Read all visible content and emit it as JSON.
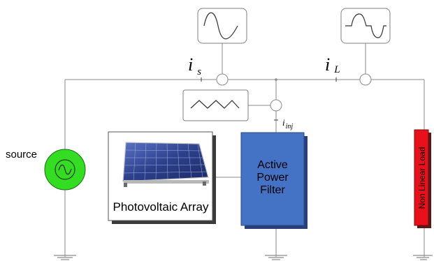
{
  "labels": {
    "source_current": {
      "symbol": "i",
      "subscript": "s"
    },
    "load_current": {
      "symbol": "i",
      "subscript": "L"
    },
    "injected_current": {
      "symbol": "i",
      "subscript": "inj"
    },
    "source": "source",
    "pv_array": "Photovoltaic Array",
    "apf_line1": "Active",
    "apf_line2": "Power",
    "apf_line3": "Filter",
    "load": "Non Linear Load"
  },
  "colors": {
    "source_fill": "#33dd22",
    "apf_fill": "#4472c4",
    "load_fill": "#e8101a",
    "wire": "#8a8a8a",
    "pv_cell": "#2a3d86"
  },
  "icons": {
    "source": "ac-source-icon",
    "ground": "ground-icon",
    "sensor": "current-sensor-icon",
    "scope": "waveform-scope-icon",
    "pv": "solar-panel-icon"
  }
}
